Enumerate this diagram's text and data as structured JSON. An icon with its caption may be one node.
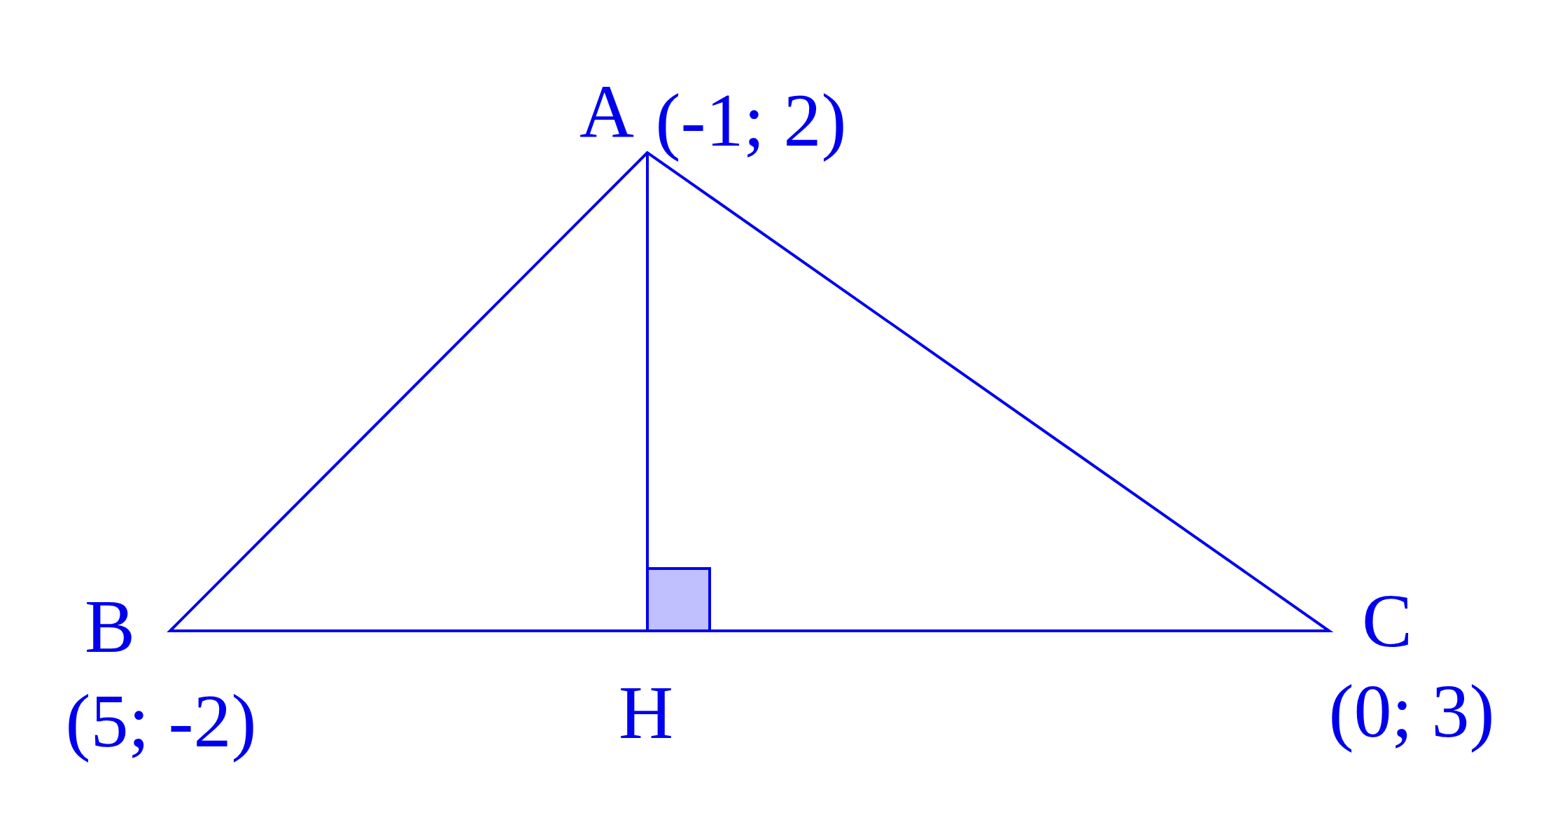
{
  "diagram": {
    "labels": [
      "A",
      "(-1; 2)",
      "B",
      "(5; -2)",
      "H",
      "C",
      "(0; 3)"
    ]
  }
}
